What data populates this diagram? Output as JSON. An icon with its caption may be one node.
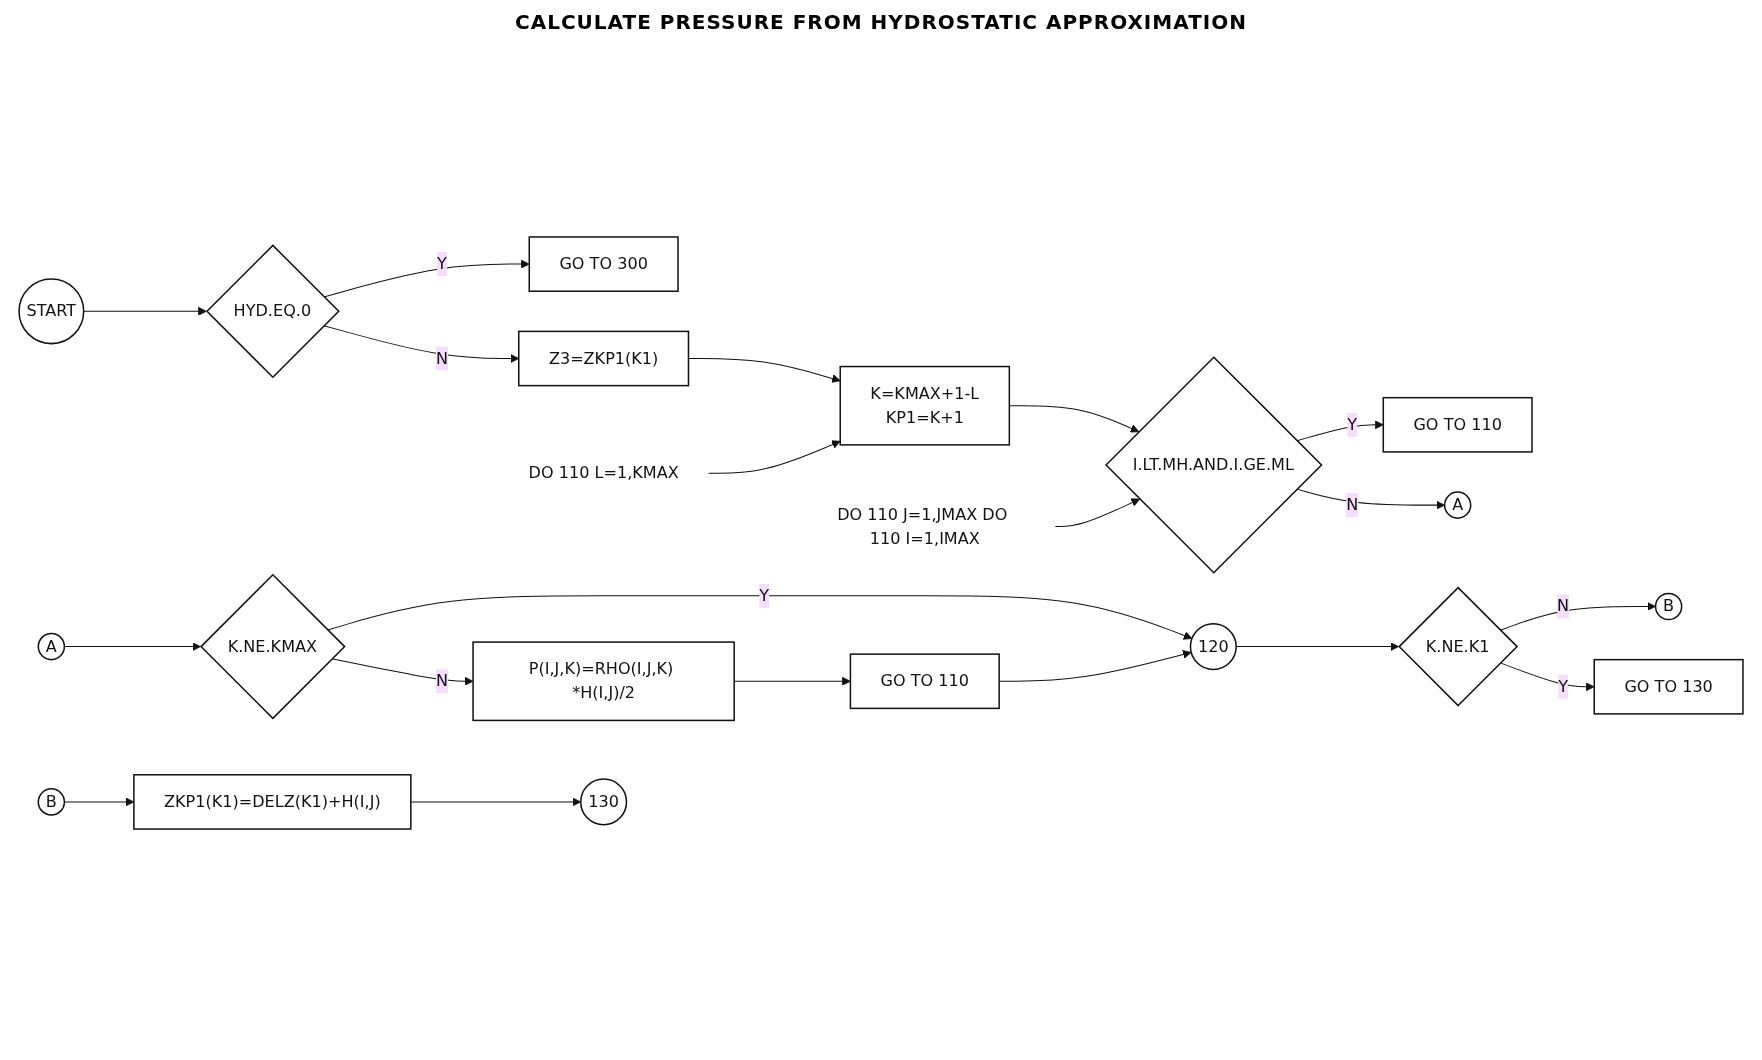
{
  "diagram": {
    "title": "CALCULATE PRESSURE FROM HYDROSTATIC APPROXIMATION",
    "nodes": [
      {
        "text": [
          "START"
        ]
      },
      {
        "text": [
          "HYD.EQ.0"
        ]
      },
      {
        "text": [
          "GO TO 300"
        ]
      },
      {
        "text": [
          "Z3=ZKP1(K1)"
        ]
      },
      {
        "text": [
          "DO 110 L=1,KMAX"
        ]
      },
      {
        "text": [
          "K=KMAX+1-L",
          "KP1=K+1"
        ]
      },
      {
        "text": [
          "DO 110 J=1,JMAX DO 110 I=1,IMAX"
        ]
      },
      {
        "text": [
          "I.LT.MH.AND.I.GE.ML"
        ]
      },
      {
        "text": [
          "GO TO 110"
        ]
      },
      {
        "text": [
          "A"
        ]
      },
      {
        "text": [
          "A"
        ]
      },
      {
        "text": [
          "K.NE.KMAX"
        ]
      },
      {
        "text": [
          "P(I,J,K)=RHO(I,J,K) *H(I,J)/2"
        ]
      },
      {
        "text": [
          "GO TO 110"
        ]
      },
      {
        "text": [
          "120"
        ]
      },
      {
        "text": [
          "K.NE.K1"
        ]
      },
      {
        "text": [
          "B"
        ]
      },
      {
        "text": [
          "GO TO 130"
        ]
      },
      {
        "text": [
          "B"
        ]
      },
      {
        "text": [
          "ZKP1(K1)=DELZ(K1)+H(I,J)"
        ]
      },
      {
        "text": [
          "130"
        ]
      }
    ],
    "edges": [
      {
        "from": 0,
        "to": 1,
        "arrow": "to"
      },
      {
        "from": 1,
        "to": 2,
        "label": "Y",
        "arrow": "to"
      },
      {
        "from": 1,
        "to": 3,
        "label": "N",
        "arrow": "to"
      },
      {
        "from": 3,
        "to": 5,
        "arrow": "to"
      },
      {
        "from": 4,
        "to": 5,
        "arrow": "to"
      },
      {
        "from": 5,
        "to": 7,
        "arrow": "to"
      },
      {
        "from": 6,
        "to": 7,
        "arrow": "to"
      },
      {
        "from": 7,
        "to": 8,
        "label": "Y",
        "arrow": "to"
      },
      {
        "from": 7,
        "to": 9,
        "label": "N",
        "arrow": "to"
      },
      {
        "from": 10,
        "to": 11,
        "arrow": "to"
      },
      {
        "from": 11,
        "to": 14,
        "label": "Y",
        "arrow": "to"
      },
      {
        "from": 11,
        "to": 12,
        "label": "N",
        "arrow": "to"
      },
      {
        "from": 12,
        "to": 13,
        "arrow": "to"
      },
      {
        "from": 13,
        "to": 14,
        "arrow": "to"
      },
      {
        "from": 14,
        "to": 15,
        "arrow": "to"
      },
      {
        "from": 15,
        "to": 16,
        "label": "N",
        "arrow": "to"
      },
      {
        "from": 15,
        "to": 17,
        "label": "Y",
        "arrow": "to"
      },
      {
        "from": 18,
        "to": 19,
        "arrow": "to"
      },
      {
        "from": 19,
        "to": 20,
        "arrow": "to"
      }
    ]
  }
}
